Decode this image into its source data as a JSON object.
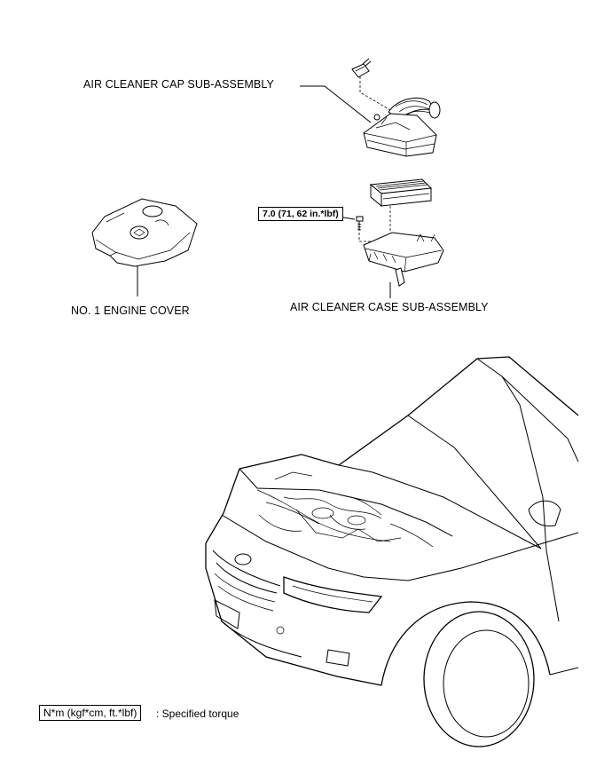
{
  "labels": {
    "air_cleaner_cap": "AIR CLEANER CAP SUB-ASSEMBLY",
    "engine_cover": "NO. 1 ENGINE COVER",
    "air_cleaner_case": "AIR CLEANER CASE SUB-ASSEMBLY"
  },
  "torque": {
    "bolt_spec": "7.0 (71, 62 in.*lbf)"
  },
  "legend": {
    "unit_box": "N*m (kgf*cm, ft.*lbf)",
    "description": ": Specified torque"
  }
}
